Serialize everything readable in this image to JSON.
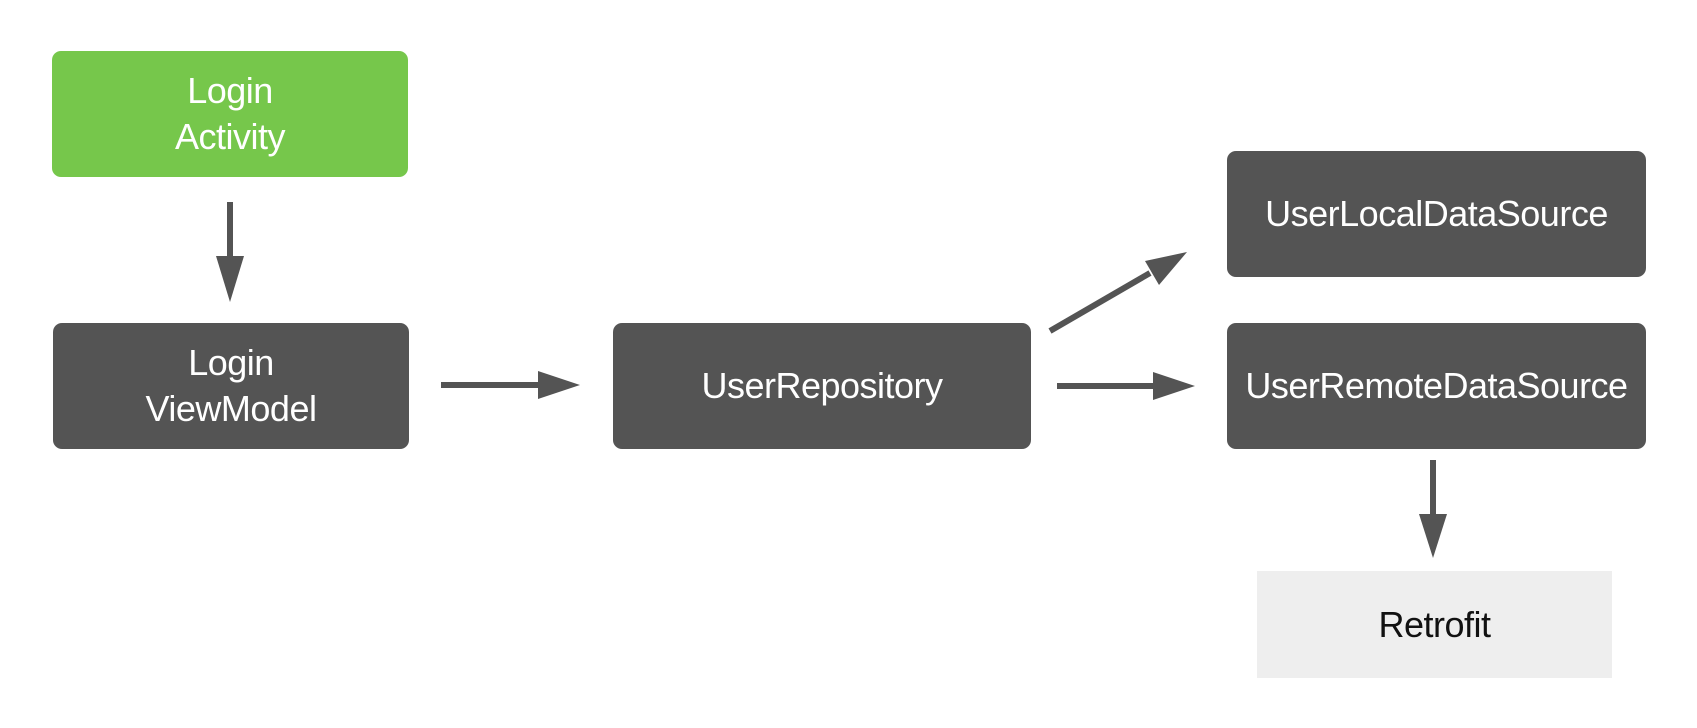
{
  "diagram": {
    "nodes": {
      "login_activity": {
        "line1": "Login",
        "line2": "Activity"
      },
      "login_viewmodel": {
        "line1": "Login",
        "line2": "ViewModel"
      },
      "user_repository": {
        "label": "UserRepository"
      },
      "user_local_data_source": {
        "label": "UserLocalDataSource"
      },
      "user_remote_data_source": {
        "label": "UserRemoteDataSource"
      },
      "retrofit": {
        "label": "Retrofit"
      }
    },
    "edges": [
      {
        "from": "Login Activity",
        "to": "Login ViewModel"
      },
      {
        "from": "Login ViewModel",
        "to": "UserRepository"
      },
      {
        "from": "UserRepository",
        "to": "UserLocalDataSource"
      },
      {
        "from": "UserRepository",
        "to": "UserRemoteDataSource"
      },
      {
        "from": "UserRemoteDataSource",
        "to": "Retrofit"
      }
    ],
    "colors": {
      "activity_fill": "#76c74b",
      "component_fill": "#545454",
      "library_fill": "#eeeeee",
      "arrow": "#545454"
    }
  }
}
